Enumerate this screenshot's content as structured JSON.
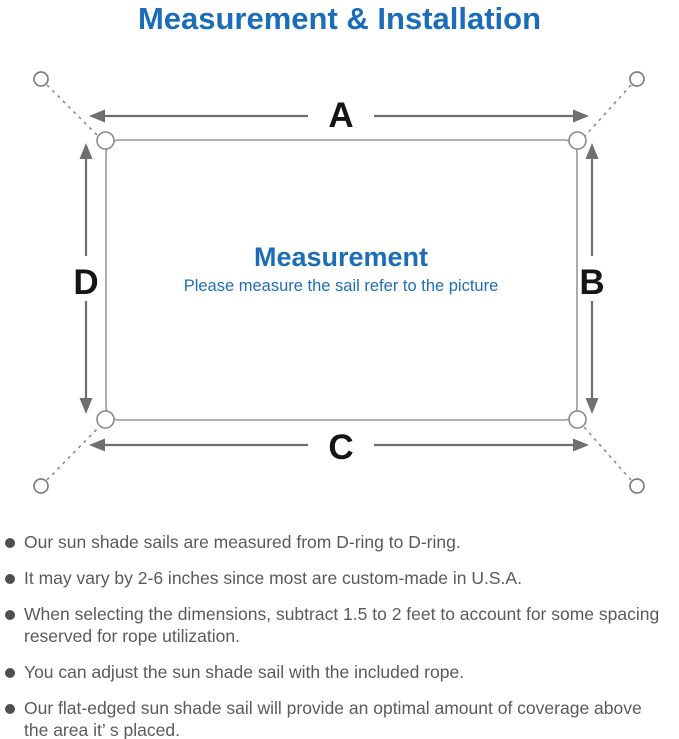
{
  "header": {
    "title": "Measurement & Installation"
  },
  "diagram": {
    "side_labels": {
      "top": "A",
      "right": "B",
      "bottom": "C",
      "left": "D"
    },
    "center_title": "Measurement",
    "center_subtitle": "Please measure the sail refer to the picture"
  },
  "colors": {
    "accent_blue": "#1b6db7",
    "line_gray": "#979797",
    "arrow_gray": "#6f6f6f",
    "text_gray": "#5a5a5a"
  },
  "instructions": [
    "Our sun shade sails are measured from D-ring to D-ring.",
    "It may vary by 2-6 inches since most are custom-made in U.S.A.",
    "When selecting the dimensions, subtract 1.5 to 2 feet to account for some spacing reserved for rope utilization.",
    "You can adjust the sun shade sail with the included rope.",
    "Our flat-edged sun shade sail will provide an optimal amount of coverage above the area it’ s placed."
  ]
}
